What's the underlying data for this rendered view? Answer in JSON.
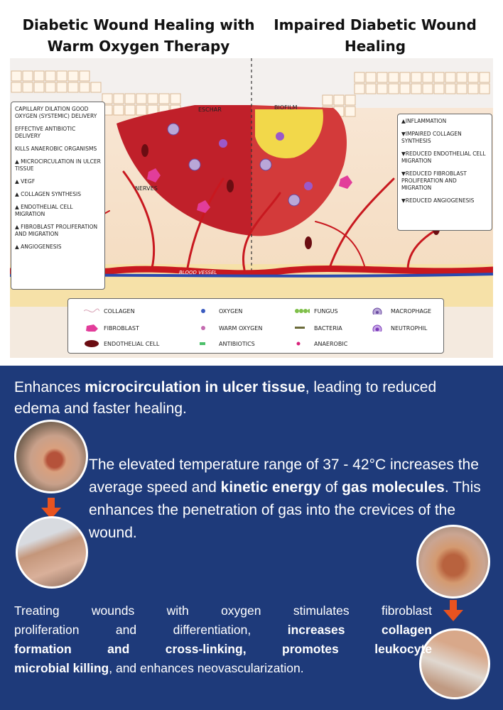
{
  "titles": {
    "left_line1": "Diabetic Wound Healing with",
    "left_line2": "Warm Oxygen Therapy",
    "right_line1": "Impaired Diabetic Wound",
    "right_line2": "Healing"
  },
  "diagram": {
    "labels": {
      "eschar": "ESCHAR",
      "biofilm": "BIOFILM",
      "nerves": "NERVES",
      "blood_vessel": "BLOOD VESSEL"
    },
    "left_box": [
      "CAPILLARY DILATION GOOD OXYGEN (SYSTEMIC) DELIVERY",
      "EFFECTIVE ANTIBIOTIC DELIVERY",
      "KILLS ANAEROBIC ORGANISMS",
      "▲ MICROCIRCULATION IN ULCER TISSUE",
      "▲ VEGF",
      "▲ COLLAGEN SYNTHESIS",
      "▲ ENDOTHELIAL CELL MIGRATION",
      "▲ FIBROBLAST PROLIFERATION AND MIGRATION",
      "▲ ANGIOGENESIS"
    ],
    "right_box": [
      "▲INFLAMMATION",
      "▼IMPAIRED COLLAGEN SYNTHESIS",
      "▼REDUCED ENDOTHELIAL CELL MIGRATION",
      "▼REDUCED FIBROBLAST PROLIFERATION AND MIGRATION",
      "▼REDUCED ANGIOGENESIS"
    ],
    "legend": {
      "collagen": "COLLAGEN",
      "fibroblast": "FIBROBLAST",
      "endothelial": "ENDOTHELIAL CELL",
      "oxygen": "OXYGEN",
      "warm_oxygen": "WARM OXYGEN",
      "antibiotics": "ANTIBIOTICS",
      "fungus": "FUNGUS",
      "bacteria": "BACTERIA",
      "anaerobic": "ANAEROBIC",
      "macrophage": "MACROPHAGE",
      "neutrophil": "NEUTROPHIL"
    }
  },
  "text": {
    "p1_a": "Enhances ",
    "p1_b": "microcirculation in ulcer tissue",
    "p1_c": ", leading to reduced edema and faster healing.",
    "p2_a": "The elevated temperature range of 37 - 42°C increases the average speed and ",
    "p2_b": "kinetic energy",
    "p2_c": " of ",
    "p2_d": "gas molecules",
    "p2_e": ". This enhances the penetration of gas into the crevices of the wound.",
    "p3_l1": "Treating wounds with oxygen stimulates fibroblast",
    "p3_l2a": "proliferation and differentiation, ",
    "p3_l2b": "increases collagen",
    "p3_l3": "formation and cross-linking, promotes leukocyte",
    "p3_l4a": "microbial killing",
    "p3_l4b": ", and enhances neovascularization."
  },
  "colors": {
    "panel_blue": "#1e3a7a",
    "arrow_orange": "#e8531f",
    "wound_red": "#c0202a"
  }
}
